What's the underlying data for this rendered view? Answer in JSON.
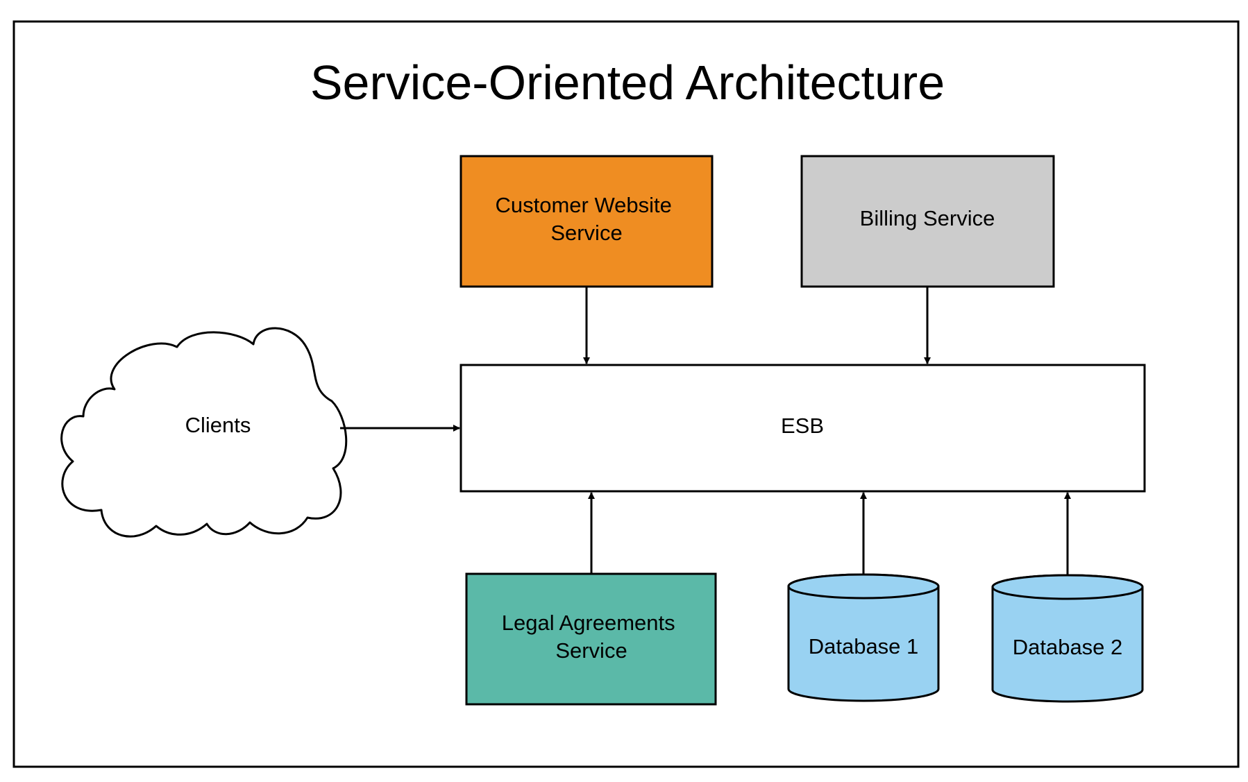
{
  "title": "Service-Oriented Architecture",
  "nodes": {
    "customer_website": {
      "line1": "Customer Website",
      "line2": "Service",
      "color": "#EF8D22"
    },
    "billing": {
      "label": "Billing Service",
      "color": "#CCCCCC"
    },
    "esb": {
      "label": "ESB",
      "color": "#FFFFFF"
    },
    "clients": {
      "label": "Clients",
      "color": "#FFFFFF"
    },
    "legal": {
      "line1": "Legal Agreements",
      "line2": "Service",
      "color": "#5BB9A8"
    },
    "database1": {
      "label": "Database 1",
      "color": "#99D2F2"
    },
    "database2": {
      "label": "Database 2",
      "color": "#99D2F2"
    }
  },
  "edges": [
    {
      "from": "Customer Website Service",
      "to": "ESB"
    },
    {
      "from": "Billing Service",
      "to": "ESB"
    },
    {
      "from": "Clients",
      "to": "ESB"
    },
    {
      "from": "Legal Agreements Service",
      "to": "ESB"
    },
    {
      "from": "Database 1",
      "to": "ESB"
    },
    {
      "from": "Database 2",
      "to": "ESB"
    }
  ]
}
